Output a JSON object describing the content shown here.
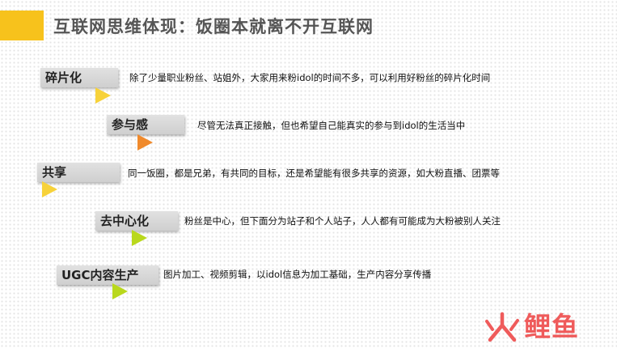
{
  "title": "互联网思维体现：饭圈本就离不开互联网",
  "colors": {
    "accent_yellow": "#f7c21c",
    "triangle_yellow": "#f7d23a",
    "triangle_orange": "#f08a2c",
    "triangle_green": "#b9d81c",
    "logo_red": "#ef5b5b"
  },
  "items": [
    {
      "label": "碎片化",
      "text": "除了少量职业粉丝、站姐外，大家用来粉idol的时间不多，可以利用好粉丝的碎片化时间",
      "arrow_color": "triangle_yellow"
    },
    {
      "label": "参与感",
      "text": "尽管无法真正接触，但也希望自己能真实的参与到idol的生活当中",
      "arrow_color": "triangle_orange"
    },
    {
      "label": "共享",
      "text": "同一饭圈，都是兄弟，有共同的目标，还是希望能有很多共享的资源，如大粉直播、团票等",
      "arrow_color": "triangle_yellow"
    },
    {
      "label": "去中心化",
      "text": "粉丝是中心，但下面分为站子和个人站子，人人都有可能成为大粉被别人关注",
      "arrow_color": "triangle_green"
    },
    {
      "label": "UGC内容生产",
      "text": "图片加工、视频剪辑，以idol信息为加工基础，生产内容分享传播",
      "arrow_color": "triangle_green"
    }
  ],
  "logo": {
    "text": "鲤鱼",
    "icon": "flame-icon"
  }
}
